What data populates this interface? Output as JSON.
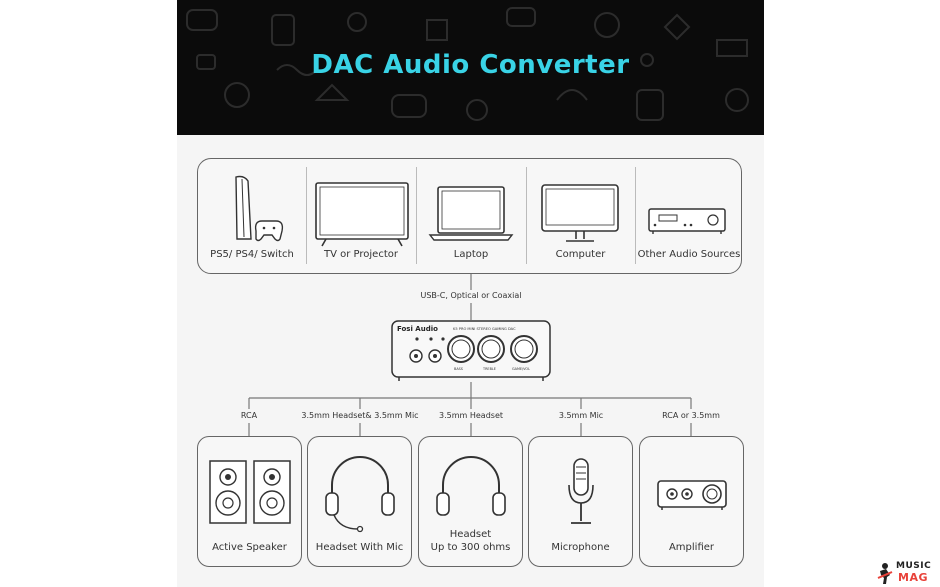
{
  "banner": {
    "title": "DAC Audio Converter"
  },
  "sources": [
    {
      "label": "PS5/ PS4/ Switch",
      "icon": "console-icon"
    },
    {
      "label": "TV or Projector",
      "icon": "tv-icon"
    },
    {
      "label": "Laptop",
      "icon": "laptop-icon"
    },
    {
      "label": "Computer",
      "icon": "monitor-icon"
    },
    {
      "label": "Other Audio Sources",
      "icon": "audio-source-icon"
    }
  ],
  "input_connection": "USB-C, Optical or Coaxial",
  "dac": {
    "brand": "Fosi Audio",
    "model": "K5 PRO MINI STEREO GAMING DAC",
    "knobs": [
      "BASS",
      "TREBLE",
      "GAME/VOL"
    ]
  },
  "outputs": [
    {
      "connection": "RCA",
      "label": "Active Speaker",
      "icon": "speaker-icon"
    },
    {
      "connection": "3.5mm Headset& 3.5mm Mic",
      "label": "Headset With Mic",
      "icon": "headset-mic-icon"
    },
    {
      "connection": "3.5mm Headset",
      "label_line1": "Headset",
      "label_line2": "Up to 300 ohms",
      "icon": "headphones-icon"
    },
    {
      "connection": "3.5mm Mic",
      "label": "Microphone",
      "icon": "microphone-icon"
    },
    {
      "connection": "RCA or 3.5mm",
      "label": "Amplifier",
      "icon": "amplifier-icon"
    }
  ],
  "watermark": {
    "line1": "MUSIC",
    "line2": "MAG"
  },
  "colors": {
    "title": "#39d3e6",
    "banner_bg": "#0b0b0b",
    "border": "#666666",
    "watermark_red": "#e8423a"
  }
}
